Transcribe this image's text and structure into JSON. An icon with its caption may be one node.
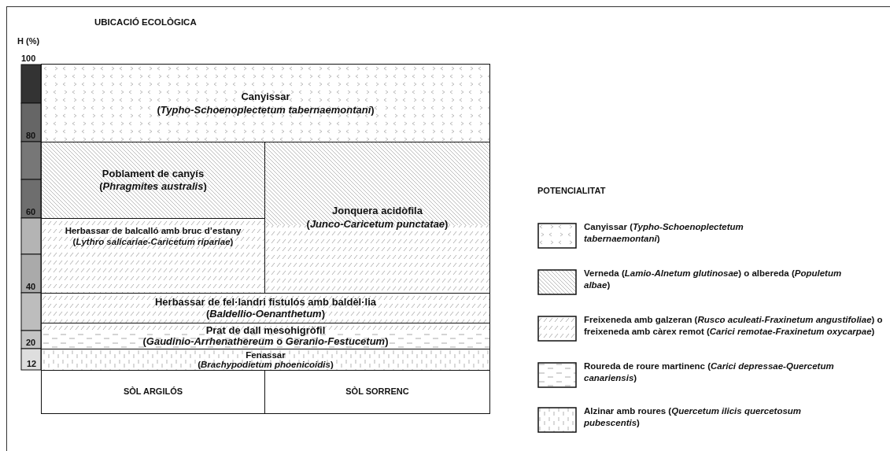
{
  "diagram": {
    "title": "UBICACIÓ ECOLÒGICA",
    "nodes": [
      {
        "text": [
          "Canyissar",
          "(*Typho-Schoenoplectetum tabernaemontani*)"
        ]
      },
      {
        "text": [
          "Poblament de canyís",
          "(*Phragmites australis*)"
        ]
      },
      {
        "text": [
          "Jonquera acidòfila",
          "(*Junco-Caricetum punctatae*)"
        ]
      },
      {
        "text": [
          "Herbassar de balcalló amb bruc d’estany",
          "(*Lythro salicariae-Caricetum ripariae*)"
        ]
      },
      {
        "text": [
          "Herbassar de fel·landri fistulós amb baldèl·lia",
          "(*Baldellio-Oenanthetum*)"
        ]
      },
      {
        "text": [
          "Prat de dall mesohigròfil",
          "(*Gaudinio-Arrhenathereum* o *Geranio-Festucetum*)"
        ]
      },
      {
        "text": [
          "Fenassar",
          "(*Brachypodietum phoenicoidis*)"
        ]
      },
      {
        "text": [
          "SÒL ARGILÓS"
        ]
      },
      {
        "text": [
          "SÒL SORRENC"
        ]
      }
    ],
    "labels": [
      "H (%)",
      "100",
      "80",
      "60",
      "40",
      "20",
      "12",
      "POTENCIALITAT"
    ],
    "legend": [
      {
        "text": "Canyissar (*Typho-Schoenoplectetum tabernaemontani*)"
      },
      {
        "text": "Verneda (*Lamio-Alnetum glutinosae*) o albereda (*Populetum albae*)"
      },
      {
        "text": "Freixeneda amb galzeran (*Rusco aculeati-Fraxinetum angustifoliae*) o freixeneda amb càrex remot (*Carici remotae-Fraxinetum oxycarpae*)"
      },
      {
        "text": "Roureda de roure martinenc (*Carici depressae-Quercetum canariensis*)"
      },
      {
        "text": "Alzinar amb roures (*Quercetum ilicis quercetosum pubescentis*)"
      }
    ]
  }
}
